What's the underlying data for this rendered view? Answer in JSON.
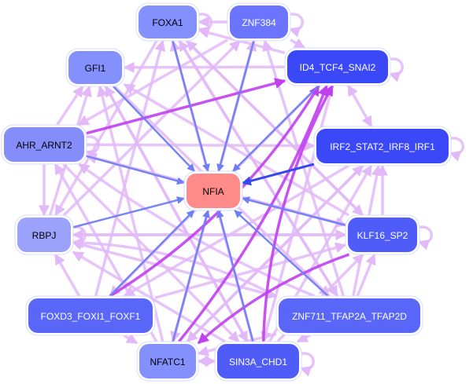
{
  "diagram": {
    "type": "network",
    "title": "",
    "center_node": "NFIA",
    "nodes": [
      {
        "id": "NFIA",
        "label": "NFIA",
        "color": "#ff8a8a",
        "text_color": "#000000",
        "role": "target"
      },
      {
        "id": "FOXA1",
        "label": "FOXA1",
        "color": "#8590ff",
        "text_color": "#000000"
      },
      {
        "id": "ZNF384",
        "label": "ZNF384",
        "color": "#6a74ff",
        "text_color": "#ffffff"
      },
      {
        "id": "ID4_TCF4_SNAI2",
        "label": "ID4_TCF4_SNAI2",
        "color": "#3a48f8",
        "text_color": "#ffffff"
      },
      {
        "id": "GFI1",
        "label": "GFI1",
        "color": "#8590ff",
        "text_color": "#000000"
      },
      {
        "id": "IRF2_STAT2_IRF8_IRF1",
        "label": "IRF2_STAT2_IRF8_IRF1",
        "color": "#3a48f8",
        "text_color": "#ffffff"
      },
      {
        "id": "AHR_ARNT2",
        "label": "AHR_ARNT2",
        "color": "#858dfa",
        "text_color": "#000000"
      },
      {
        "id": "RBPJ",
        "label": "RBPJ",
        "color": "#9aa2fc",
        "text_color": "#000000"
      },
      {
        "id": "KLF16_SP2",
        "label": "KLF16_SP2",
        "color": "#505cf8",
        "text_color": "#ffffff"
      },
      {
        "id": "FOXD3_FOXI1_FOXF1",
        "label": "FOXD3_FOXI1_FOXF1",
        "color": "#5a66f8",
        "text_color": "#ffffff"
      },
      {
        "id": "ZNF711_TFAP2A_TFAP2D",
        "label": "ZNF711_TFAP2A_TFAP2D",
        "color": "#5a66f8",
        "text_color": "#ffffff"
      },
      {
        "id": "NFATC1",
        "label": "NFATC1",
        "color": "#8590ff",
        "text_color": "#000000"
      },
      {
        "id": "SIN3A_CHD1",
        "label": "SIN3A_CHD1",
        "color": "#505cf8",
        "text_color": "#ffffff"
      }
    ],
    "edge_colors": {
      "to_target": "#6f7ef5",
      "to_target_strong": "#3448f0",
      "regulatory_light": "#e2b8f8",
      "regulatory_strong": "#c040f0"
    },
    "edges": [
      {
        "source": "FOXA1",
        "target": "NFIA",
        "kind": "to_target"
      },
      {
        "source": "ZNF384",
        "target": "NFIA",
        "kind": "to_target"
      },
      {
        "source": "ID4_TCF4_SNAI2",
        "target": "NFIA",
        "kind": "to_target"
      },
      {
        "source": "GFI1",
        "target": "NFIA",
        "kind": "to_target"
      },
      {
        "source": "IRF2_STAT2_IRF8_IRF1",
        "target": "NFIA",
        "kind": "to_target_strong"
      },
      {
        "source": "AHR_ARNT2",
        "target": "NFIA",
        "kind": "to_target"
      },
      {
        "source": "RBPJ",
        "target": "NFIA",
        "kind": "to_target"
      },
      {
        "source": "KLF16_SP2",
        "target": "NFIA",
        "kind": "to_target"
      },
      {
        "source": "FOXD3_FOXI1_FOXF1",
        "target": "NFIA",
        "kind": "to_target"
      },
      {
        "source": "ZNF711_TFAP2A_TFAP2D",
        "target": "NFIA",
        "kind": "to_target"
      },
      {
        "source": "NFATC1",
        "target": "NFIA",
        "kind": "to_target"
      },
      {
        "source": "SIN3A_CHD1",
        "target": "NFIA",
        "kind": "to_target"
      },
      {
        "source": "FOXA1",
        "target": "FOXA1",
        "kind": "regulatory_light",
        "self": true
      },
      {
        "source": "ZNF384",
        "target": "ZNF384",
        "kind": "regulatory_light",
        "self": true
      },
      {
        "source": "ID4_TCF4_SNAI2",
        "target": "ID4_TCF4_SNAI2",
        "kind": "regulatory_light",
        "self": true
      },
      {
        "source": "IRF2_STAT2_IRF8_IRF1",
        "target": "IRF2_STAT2_IRF8_IRF1",
        "kind": "regulatory_light",
        "self": true
      },
      {
        "source": "KLF16_SP2",
        "target": "KLF16_SP2",
        "kind": "regulatory_light",
        "self": true
      },
      {
        "source": "SIN3A_CHD1",
        "target": "SIN3A_CHD1",
        "kind": "regulatory_light",
        "self": true
      },
      {
        "source": "AHR_ARNT2",
        "target": "AHR_ARNT2",
        "kind": "regulatory_light",
        "self": true
      },
      {
        "source": "RBPJ",
        "target": "RBPJ",
        "kind": "regulatory_light",
        "self": true
      },
      {
        "source": "ZNF384",
        "target": "FOXA1",
        "kind": "regulatory_light"
      },
      {
        "source": "ID4_TCF4_SNAI2",
        "target": "FOXA1",
        "kind": "regulatory_light"
      },
      {
        "source": "ID4_TCF4_SNAI2",
        "target": "GFI1",
        "kind": "regulatory_light"
      },
      {
        "source": "ID4_TCF4_SNAI2",
        "target": "IRF2_STAT2_IRF8_IRF1",
        "kind": "regulatory_light",
        "bidirectional": true
      },
      {
        "source": "ZNF384",
        "target": "ID4_TCF4_SNAI2",
        "kind": "regulatory_light"
      },
      {
        "source": "AHR_ARNT2",
        "target": "GFI1",
        "kind": "regulatory_light"
      },
      {
        "source": "AHR_ARNT2",
        "target": "ID4_TCF4_SNAI2",
        "kind": "regulatory_strong"
      },
      {
        "source": "AHR_ARNT2",
        "target": "IRF2_STAT2_IRF8_IRF1",
        "kind": "regulatory_light"
      },
      {
        "source": "AHR_ARNT2",
        "target": "RBPJ",
        "kind": "regulatory_light"
      },
      {
        "source": "AHR_ARNT2",
        "target": "KLF16_SP2",
        "kind": "regulatory_light"
      },
      {
        "source": "RBPJ",
        "target": "GFI1",
        "kind": "regulatory_light"
      },
      {
        "source": "RBPJ",
        "target": "KLF16_SP2",
        "kind": "regulatory_light"
      },
      {
        "source": "FOXD3_FOXI1_FOXF1",
        "target": "RBPJ",
        "kind": "regulatory_light"
      },
      {
        "source": "FOXD3_FOXI1_FOXF1",
        "target": "FOXA1",
        "kind": "regulatory_light"
      },
      {
        "source": "FOXD3_FOXI1_FOXF1",
        "target": "ID4_TCF4_SNAI2",
        "kind": "regulatory_strong"
      },
      {
        "source": "FOXD3_FOXI1_FOXF1",
        "target": "NFATC1",
        "kind": "regulatory_light"
      },
      {
        "source": "FOXD3_FOXI1_FOXF1",
        "target": "KLF16_SP2",
        "kind": "regulatory_light"
      },
      {
        "source": "KLF16_SP2",
        "target": "IRF2_STAT2_IRF8_IRF1",
        "kind": "regulatory_light"
      },
      {
        "source": "KLF16_SP2",
        "target": "RBPJ",
        "kind": "regulatory_light"
      },
      {
        "source": "KLF16_SP2",
        "target": "AHR_ARNT2",
        "kind": "regulatory_light"
      },
      {
        "source": "KLF16_SP2",
        "target": "GFI1",
        "kind": "regulatory_light"
      },
      {
        "source": "KLF16_SP2",
        "target": "FOXA1",
        "kind": "regulatory_light"
      },
      {
        "source": "KLF16_SP2",
        "target": "NFATC1",
        "kind": "regulatory_strong"
      },
      {
        "source": "ZNF711_TFAP2A_TFAP2D",
        "target": "KLF16_SP2",
        "kind": "regulatory_light"
      },
      {
        "source": "ZNF711_TFAP2A_TFAP2D",
        "target": "IRF2_STAT2_IRF8_IRF1",
        "kind": "regulatory_light"
      },
      {
        "source": "ZNF711_TFAP2A_TFAP2D",
        "target": "RBPJ",
        "kind": "regulatory_light"
      },
      {
        "source": "ZNF711_TFAP2A_TFAP2D",
        "target": "FOXA1",
        "kind": "regulatory_light"
      },
      {
        "source": "ZNF711_TFAP2A_TFAP2D",
        "target": "ZNF384",
        "kind": "regulatory_light"
      },
      {
        "source": "ZNF711_TFAP2A_TFAP2D",
        "target": "NFATC1",
        "kind": "regulatory_light"
      },
      {
        "source": "ZNF711_TFAP2A_TFAP2D",
        "target": "SIN3A_CHD1",
        "kind": "regulatory_light"
      },
      {
        "source": "ZNF711_TFAP2A_TFAP2D",
        "target": "AHR_ARNT2",
        "kind": "regulatory_light"
      },
      {
        "source": "NFATC1",
        "target": "SIN3A_CHD1",
        "kind": "regulatory_light",
        "bidirectional": true
      },
      {
        "source": "NFATC1",
        "target": "ID4_TCF4_SNAI2",
        "kind": "regulatory_strong"
      },
      {
        "source": "NFATC1",
        "target": "ZNF384",
        "kind": "regulatory_light"
      },
      {
        "source": "NFATC1",
        "target": "GFI1",
        "kind": "regulatory_light"
      },
      {
        "source": "NFATC1",
        "target": "AHR_ARNT2",
        "kind": "regulatory_light"
      },
      {
        "source": "NFATC1",
        "target": "IRF2_STAT2_IRF8_IRF1",
        "kind": "regulatory_light"
      },
      {
        "source": "SIN3A_CHD1",
        "target": "FOXA1",
        "kind": "regulatory_light"
      },
      {
        "source": "SIN3A_CHD1",
        "target": "GFI1",
        "kind": "regulatory_light"
      },
      {
        "source": "SIN3A_CHD1",
        "target": "IRF2_STAT2_IRF8_IRF1",
        "kind": "regulatory_light"
      },
      {
        "source": "SIN3A_CHD1",
        "target": "ID4_TCF4_SNAI2",
        "kind": "regulatory_strong"
      },
      {
        "source": "SIN3A_CHD1",
        "target": "RBPJ",
        "kind": "regulatory_light"
      },
      {
        "source": "SIN3A_CHD1",
        "target": "KLF16_SP2",
        "kind": "regulatory_light"
      },
      {
        "source": "GFI1",
        "target": "ZNF711_TFAP2A_TFAP2D",
        "kind": "regulatory_light"
      },
      {
        "source": "GFI1",
        "target": "SIN3A_CHD1",
        "kind": "regulatory_light"
      },
      {
        "source": "FOXA1",
        "target": "ZNF711_TFAP2A_TFAP2D",
        "kind": "regulatory_light"
      },
      {
        "source": "FOXA1",
        "target": "RBPJ",
        "kind": "regulatory_light"
      },
      {
        "source": "FOXA1",
        "target": "KLF16_SP2",
        "kind": "regulatory_light"
      },
      {
        "source": "ZNF384",
        "target": "NFATC1",
        "kind": "regulatory_light"
      },
      {
        "source": "ZNF384",
        "target": "AHR_ARNT2",
        "kind": "regulatory_light"
      },
      {
        "source": "IRF2_STAT2_IRF8_IRF1",
        "target": "FOXD3_FOXI1_FOXF1",
        "kind": "regulatory_light"
      },
      {
        "source": "IRF2_STAT2_IRF8_IRF1",
        "target": "NFATC1",
        "kind": "regulatory_light"
      },
      {
        "source": "ID4_TCF4_SNAI2",
        "target": "FOXD3_FOXI1_FOXF1",
        "kind": "regulatory_light"
      },
      {
        "source": "ID4_TCF4_SNAI2",
        "target": "SIN3A_CHD1",
        "kind": "regulatory_light"
      },
      {
        "source": "AHR_ARNT2",
        "target": "SIN3A_CHD1",
        "kind": "regulatory_light"
      },
      {
        "source": "RBPJ",
        "target": "ZNF384",
        "kind": "regulatory_light"
      },
      {
        "source": "RBPJ",
        "target": "ZNF711_TFAP2A_TFAP2D",
        "kind": "regulatory_light"
      }
    ]
  }
}
